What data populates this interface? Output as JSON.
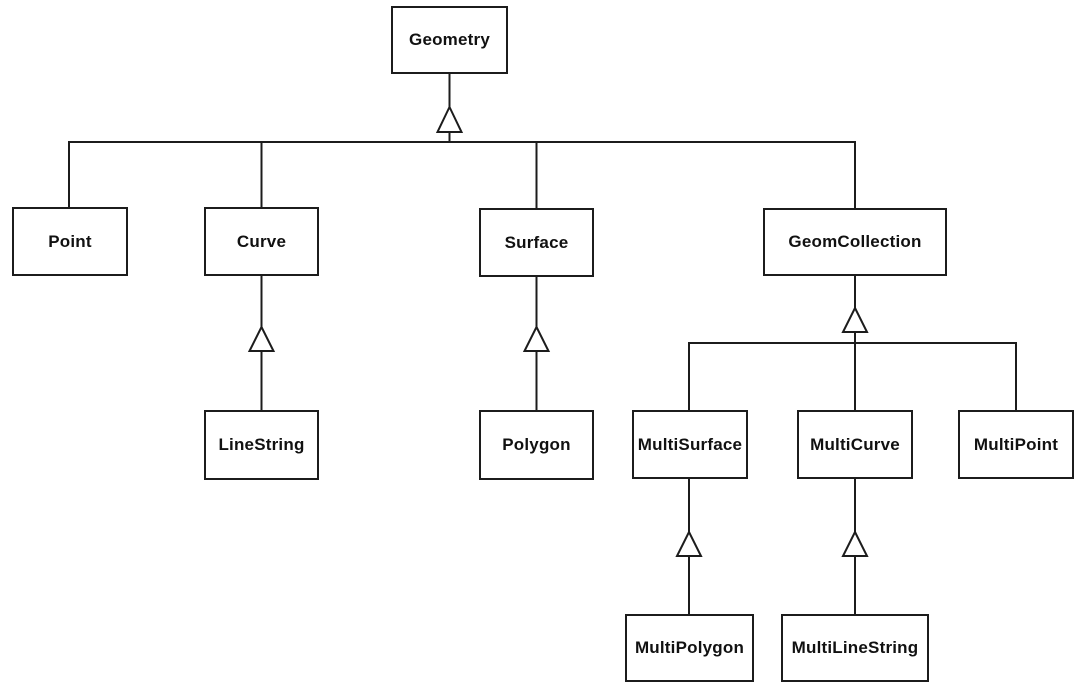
{
  "diagram": {
    "kind": "uml-class-hierarchy",
    "background_color": "#ffffff",
    "line_color": "#1c1c1c",
    "box_fill": "#ffffff",
    "text_color": "#111111",
    "nodes": {
      "geometry": {
        "label": "Geometry"
      },
      "point": {
        "label": "Point"
      },
      "curve": {
        "label": "Curve"
      },
      "surface": {
        "label": "Surface"
      },
      "geomcollection": {
        "label": "GeomCollection"
      },
      "linestring": {
        "label": "LineString"
      },
      "polygon": {
        "label": "Polygon"
      },
      "multisurface": {
        "label": "MultiSurface"
      },
      "multicurve": {
        "label": "MultiCurve"
      },
      "multipoint": {
        "label": "MultiPoint"
      },
      "multipolygon": {
        "label": "MultiPolygon"
      },
      "multilinestring": {
        "label": "MultiLineString"
      }
    },
    "edges": [
      {
        "from": "Point",
        "to": "Geometry",
        "type": "generalization"
      },
      {
        "from": "Curve",
        "to": "Geometry",
        "type": "generalization"
      },
      {
        "from": "Surface",
        "to": "Geometry",
        "type": "generalization"
      },
      {
        "from": "GeomCollection",
        "to": "Geometry",
        "type": "generalization"
      },
      {
        "from": "LineString",
        "to": "Curve",
        "type": "generalization"
      },
      {
        "from": "Polygon",
        "to": "Surface",
        "type": "generalization"
      },
      {
        "from": "MultiSurface",
        "to": "GeomCollection",
        "type": "generalization"
      },
      {
        "from": "MultiCurve",
        "to": "GeomCollection",
        "type": "generalization"
      },
      {
        "from": "MultiPoint",
        "to": "GeomCollection",
        "type": "generalization"
      },
      {
        "from": "MultiPolygon",
        "to": "MultiSurface",
        "type": "generalization"
      },
      {
        "from": "MultiLineString",
        "to": "MultiCurve",
        "type": "generalization"
      }
    ]
  }
}
